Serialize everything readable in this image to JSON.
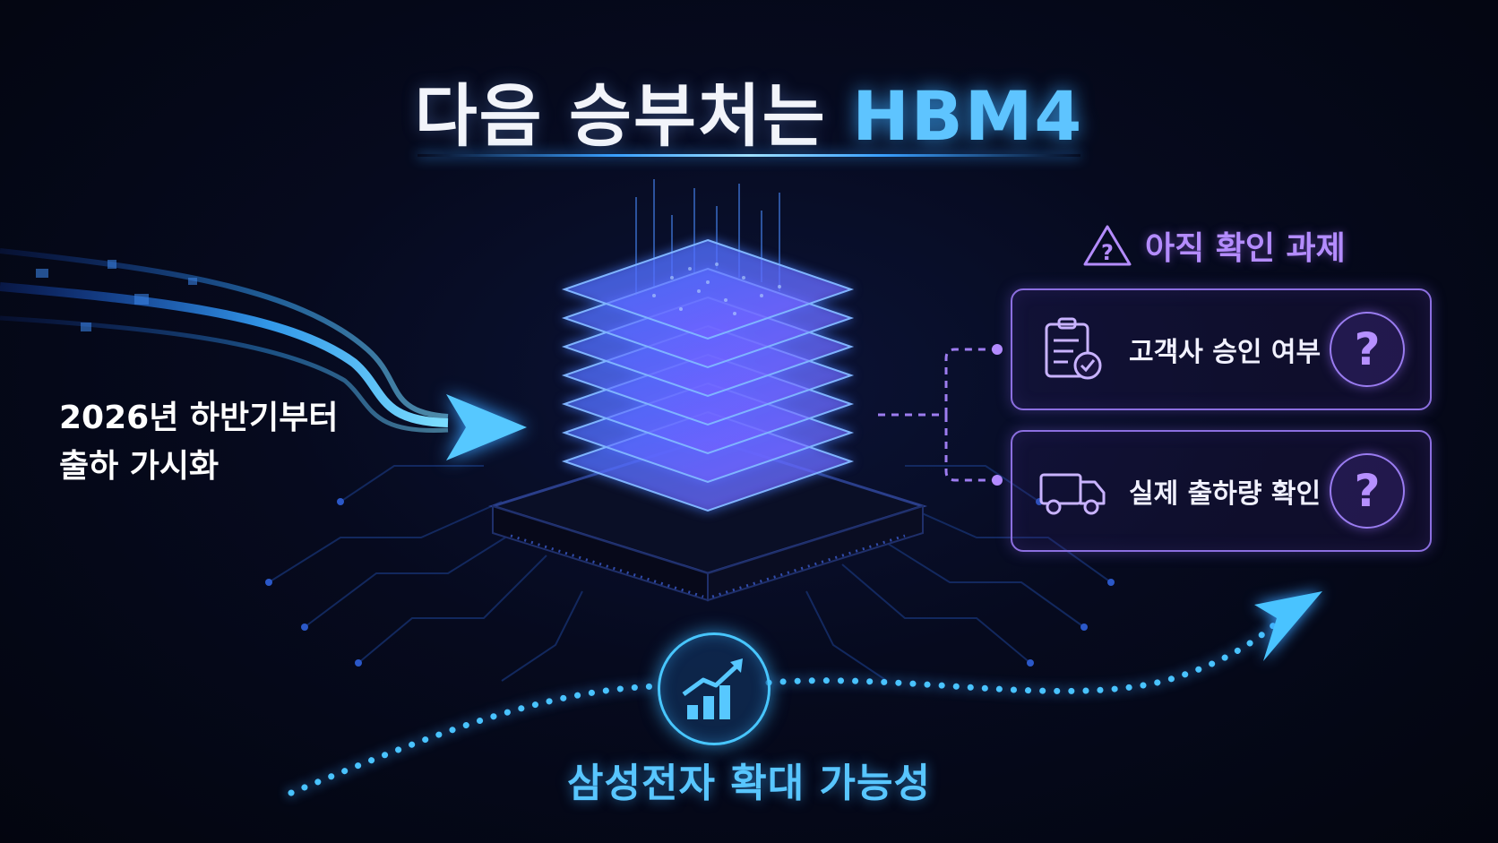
{
  "title": {
    "main": "다음 승부처는",
    "highlight": "HBM4"
  },
  "left_note": {
    "line1": "2026년 하반기부터",
    "line2": "출하 가시화"
  },
  "challenges": {
    "heading": "아직 확인 과제",
    "items": [
      {
        "label": "고객사 승인 여부",
        "icon": "clipboard-check-icon",
        "mark": "?"
      },
      {
        "label": "실제 출하량 확인",
        "icon": "truck-icon",
        "mark": "?"
      }
    ]
  },
  "bottom_caption": "삼성전자 확대 가능성",
  "colors": {
    "accent_blue": "#58c6ff",
    "accent_purple": "#b48cff",
    "background": "#03050f"
  }
}
